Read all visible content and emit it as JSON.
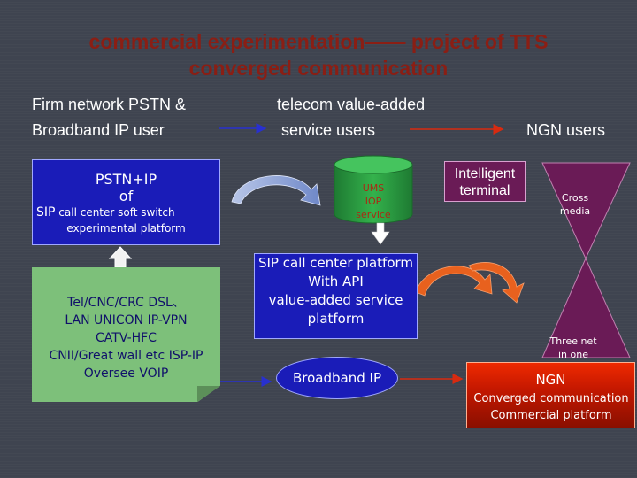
{
  "title": {
    "line1": "commercial experimentation—— project of TTS",
    "line2": "converged communication"
  },
  "headers": {
    "firm_line1": "Firm network PSTN &",
    "firm_line2": "Broadband IP user",
    "telecom_line1": "telecom value-added",
    "telecom_line2": "service users",
    "ngn_users": "NGN users"
  },
  "pstn_box": {
    "line1": "PSTN+IP",
    "line2": "of",
    "line3_big": "SIP",
    "line3_small": " call center soft  switch",
    "line4": "experimental platform"
  },
  "access_note": {
    "line1": "Tel/CNC/CRC DSL、",
    "line2": "LAN UNICON IP-VPN",
    "line3": "CATV-HFC",
    "line4": "CNII/Great wall etc ISP-IP",
    "line5": "Oversee VOIP"
  },
  "cylinder": {
    "line1": "UMS",
    "line2": "IOP",
    "line3": "service"
  },
  "sip_platform": {
    "line1": "SIP call center platform",
    "line2": "With API",
    "line3": "value-added service",
    "line4": "platform"
  },
  "broadband": "Broadband IP",
  "intelligent_terminal": {
    "line1": "Intelligent",
    "line2": "terminal"
  },
  "hourglass": {
    "top_line1": "Cross",
    "top_line2": "media",
    "bottom_line1": "Three net",
    "bottom_line2": "in one"
  },
  "ngn_box": {
    "title": "NGN",
    "line1": "Converged communication",
    "line2": "Commercial platform"
  },
  "colors": {
    "background": "#3f4450",
    "title": "#8a1e14",
    "blue_box": "#1a1cb8",
    "green_note": "#7dc07a",
    "cylinder": "#2a9a42",
    "hourglass": "#6a1b56",
    "ngn": "#d41e00",
    "arrow_blue": "#2830d0",
    "arrow_red": "#d82a10",
    "curved_arrow": "#e8611e"
  }
}
